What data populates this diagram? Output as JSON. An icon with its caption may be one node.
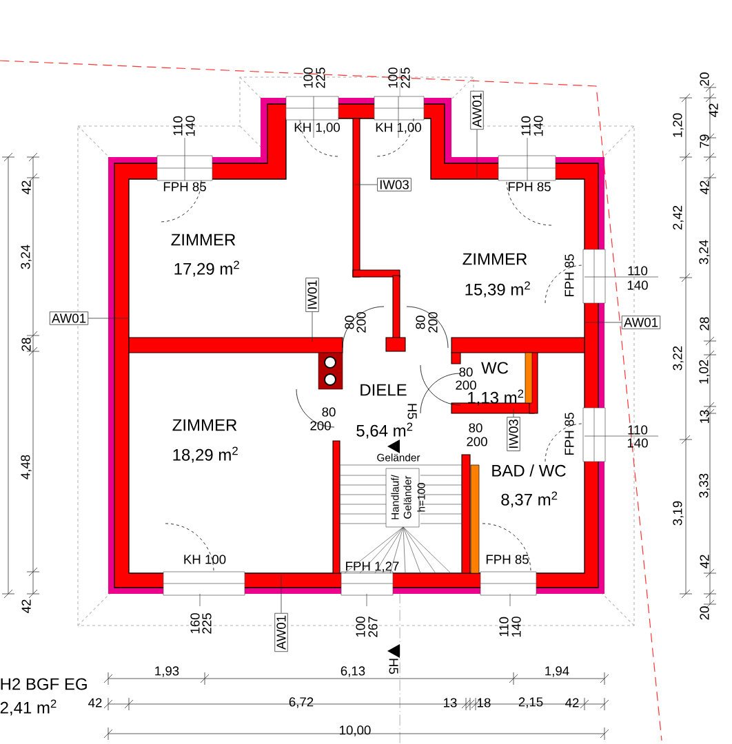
{
  "diagram": {
    "nodes": [
      {
        "text": [
          "AW01"
        ]
      },
      {
        "text": [
          "IW01"
        ]
      },
      {
        "text": [
          "IW03"
        ]
      },
      {
        "text": [
          "AW01"
        ]
      },
      {
        "text": [
          "AW01"
        ]
      },
      {
        "text": [
          "IW03"
        ]
      },
      {
        "text": [
          "AW01"
        ]
      }
    ],
    "edges": [
      {
        "from": 0,
        "to": null,
        "arrow": "none"
      },
      {
        "from": 1,
        "to": null,
        "arrow": "none"
      },
      {
        "from": 2,
        "to": null,
        "arrow": "none"
      },
      {
        "from": 3,
        "to": null,
        "arrow": "none"
      },
      {
        "from": 4,
        "to": null,
        "arrow": "none"
      },
      {
        "from": 5,
        "to": null,
        "arrow": "none"
      },
      {
        "from": 6,
        "to": null,
        "arrow": "none"
      }
    ],
    "labels": [
      "100",
      "225",
      "100",
      "225",
      "110",
      "140",
      "110",
      "140",
      "KH 1,00",
      "KH 1,00",
      "FPH 85",
      "FPH 85",
      "ZIMMER",
      "17,29 m$^{2}$",
      "ZIMMER",
      "15,39 m$^{2}$",
      "FPH 85",
      "110",
      "140",
      "80",
      "200",
      "80",
      "200",
      "80",
      "WC",
      "DIELE",
      "200",
      "1,13 m$^{2}$",
      "80",
      "H5",
      "200",
      "5,64 m$^{2}$",
      "80",
      "200",
      "ZIMMER",
      "18,29 m$^{2}$",
      "Geländer",
      "BAD / WC",
      "FPH 85",
      "110",
      "140",
      "Handlauf/",
      "Geländer",
      "h=100",
      "8,37 m$^{2}$",
      "KH 100",
      "FPH 1,27",
      "FPH 85",
      "160",
      "225",
      "100",
      "267",
      "110",
      "140",
      "H5",
      "H2 BGF EG",
      "2,41 m$^{2}$",
      "1,93",
      "6,13",
      "1,94",
      "42",
      "6,72",
      "13",
      "18",
      "2,15",
      "42",
      "10,00",
      "42",
      "3,24",
      "28",
      "4,48",
      "42",
      "1,20",
      "2,42",
      "3,22",
      "3,19",
      "20",
      "42",
      "79",
      "42",
      "3,24",
      "28",
      "1,02",
      "13",
      "3,33",
      "42",
      "20"
    ]
  }
}
